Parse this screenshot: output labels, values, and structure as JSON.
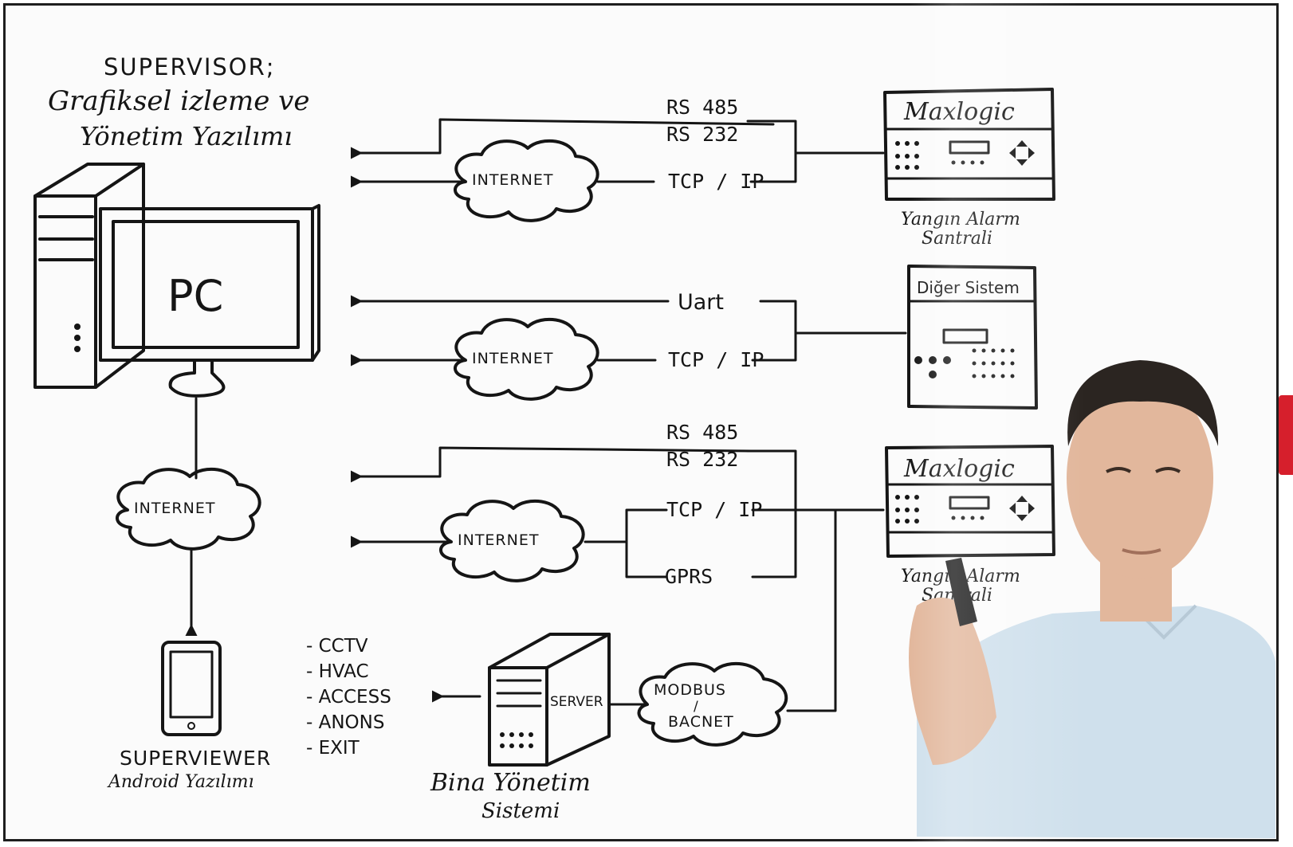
{
  "supervisor": {
    "line1": "SUPERVISOR;",
    "line2": "Grafiksel izleme ve",
    "line3": "Yönetim Yazılımı"
  },
  "pc_label": "PC",
  "cloud_label": "INTERNET",
  "row1": {
    "rs485": "RS 485",
    "rs232": "RS 232",
    "tcpip": "TCP / IP"
  },
  "row2": {
    "uart": "Uart",
    "tcpip": "TCP / IP"
  },
  "row3": {
    "rs485": "RS 485",
    "rs232": "RS 232",
    "tcpip": "TCP / IP",
    "gprs": "GPRS"
  },
  "device_maxlogic": "Maxlogic",
  "device_other": "Diğer Sistem",
  "fire_panel_caption": {
    "line1": "Yangın Alarm",
    "line2": "Santrali"
  },
  "server_label": "SERVER",
  "modbus": {
    "line1": "MODBUS",
    "line2": "/",
    "line3": "BACNET"
  },
  "bms_caption": {
    "line1": "Bina Yönetim",
    "line2": "Sistemi"
  },
  "bms_items": [
    "- CCTV",
    "- HVAC",
    "- ACCESS",
    "- ANONS",
    "- EXIT"
  ],
  "superviewer": {
    "line1": "SUPERVIEWER",
    "line2": "Android Yazılımı"
  },
  "colors": {
    "ink": "#151515",
    "frame": "#1e1e1e",
    "accent": "#d61f2c",
    "skin": "#e2b79c",
    "hair": "#2b2521",
    "shirt": "#cfe0ec"
  }
}
